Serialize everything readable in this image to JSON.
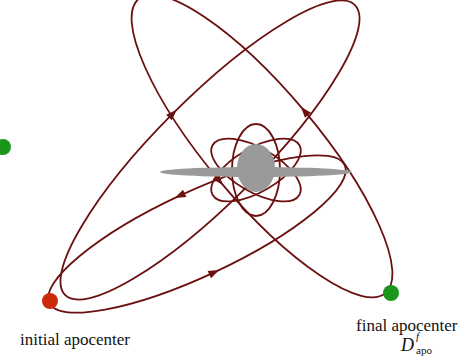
{
  "diagram": {
    "labels": [
      "initial apocenter",
      "final apocenter",
      "D",
      "f",
      "apo"
    ]
  }
}
